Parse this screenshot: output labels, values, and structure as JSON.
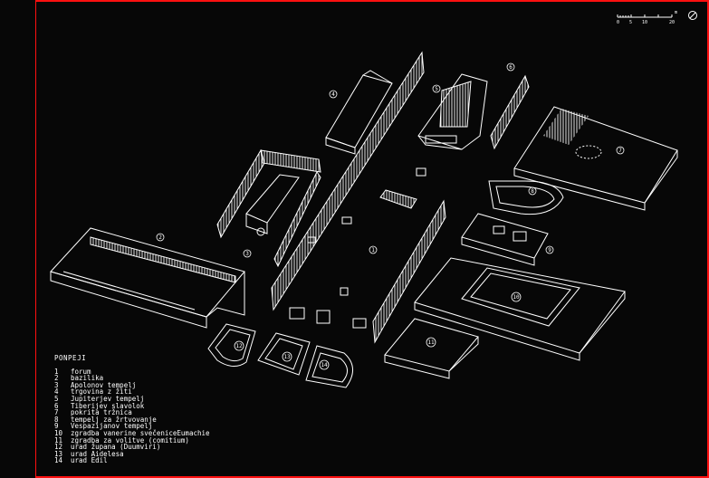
{
  "drawing": {
    "title": "PONPEJI",
    "legend": [
      {
        "num": "1",
        "label": "forum"
      },
      {
        "num": "2",
        "label": "bazilika"
      },
      {
        "num": "3",
        "label": "Apolonov tempelj"
      },
      {
        "num": "4",
        "label": "trgovina z žiti"
      },
      {
        "num": "5",
        "label": "Jupiterjev tempelj"
      },
      {
        "num": "6",
        "label": "Tiberijev slavolok"
      },
      {
        "num": "7",
        "label": "pokrita tržnica"
      },
      {
        "num": "8",
        "label": "tempelj za žrtvovanje"
      },
      {
        "num": "9",
        "label": "Vespazijanov tempelj"
      },
      {
        "num": "10",
        "label": "zgradba vanerine svečeniceEumachie"
      },
      {
        "num": "11",
        "label": "zgradba za volitve (comitium)"
      },
      {
        "num": "12",
        "label": "urad župana (Duumviri)"
      },
      {
        "num": "13",
        "label": "urad Aidelesa"
      },
      {
        "num": "14",
        "label": "urad Edil"
      }
    ],
    "markers": [
      "1",
      "2",
      "3",
      "4",
      "5",
      "6",
      "7",
      "8",
      "9",
      "10",
      "11",
      "12",
      "13",
      "14"
    ],
    "scale": {
      "ticks": [
        "0",
        "5",
        "10",
        "20"
      ],
      "unit": "m"
    },
    "colors": {
      "frame": "#ff1010",
      "lines": "#ffffff",
      "background": "#070707"
    }
  }
}
